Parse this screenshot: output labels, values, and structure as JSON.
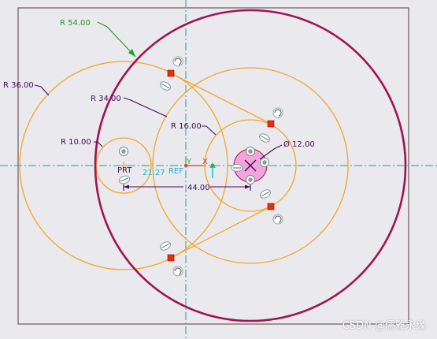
{
  "colors": {
    "background": "#e9e9ee",
    "frame": "#6f5a5a",
    "construction": "#f5a623",
    "outer_arc": "#a0144f",
    "centerline": "#1aa3a3",
    "dimension": "#4a0a5a",
    "highlight_dimension": "#1f9e1f",
    "hub_fill": "#f0a6dc",
    "constraint_marker": "#e8300a"
  },
  "dimensions": {
    "r54": "R 54.00",
    "r36": "R 36.00",
    "r34": "R 34.00",
    "r16": "R 16.00",
    "r10": "R 10.00",
    "dia12": "Ø 12.00",
    "dist44": "44.00",
    "ref": "21.27",
    "ref_tag": "REF"
  },
  "labels": {
    "prt_prefix": "PRT",
    "axis_y": "Y",
    "axis_x": "X"
  },
  "icons": [
    "constraint-handle-icon",
    "rotate-handle-icon",
    "pin-icon",
    "coordinate-system-icon"
  ],
  "watermark": "CSDN @儒雅永缘"
}
